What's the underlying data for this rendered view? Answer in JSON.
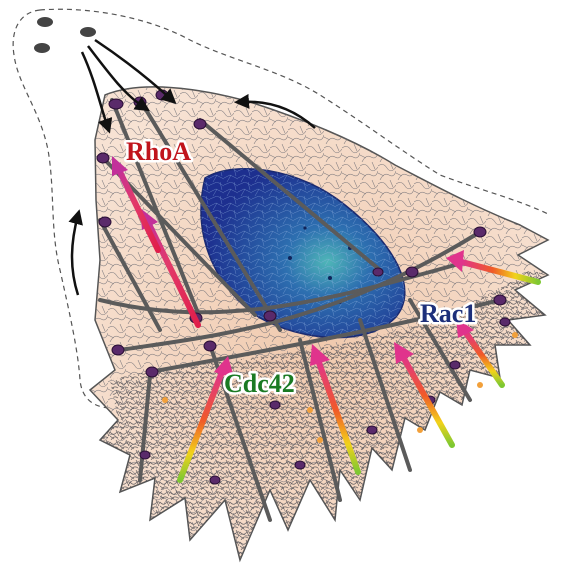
{
  "labels": {
    "rhoa": "RhoA",
    "rac1": "Rac1",
    "cdc42": "Cdc42"
  },
  "colors": {
    "rhoa": "#c0141c",
    "rac1": "#1d2f7a",
    "cdc42": "#1a7a23",
    "nucleus": "#1f3f9a",
    "cytoplasm": "#f3d6c2",
    "fiber": "#5b5b5b",
    "adhesion": "#5a2a6a"
  },
  "icons": [
    "migration-trail-outline",
    "cell-body",
    "nucleus",
    "stress-fiber",
    "focal-adhesion",
    "filopodia",
    "retraction-arrow",
    "gradient-signal-arrow"
  ]
}
